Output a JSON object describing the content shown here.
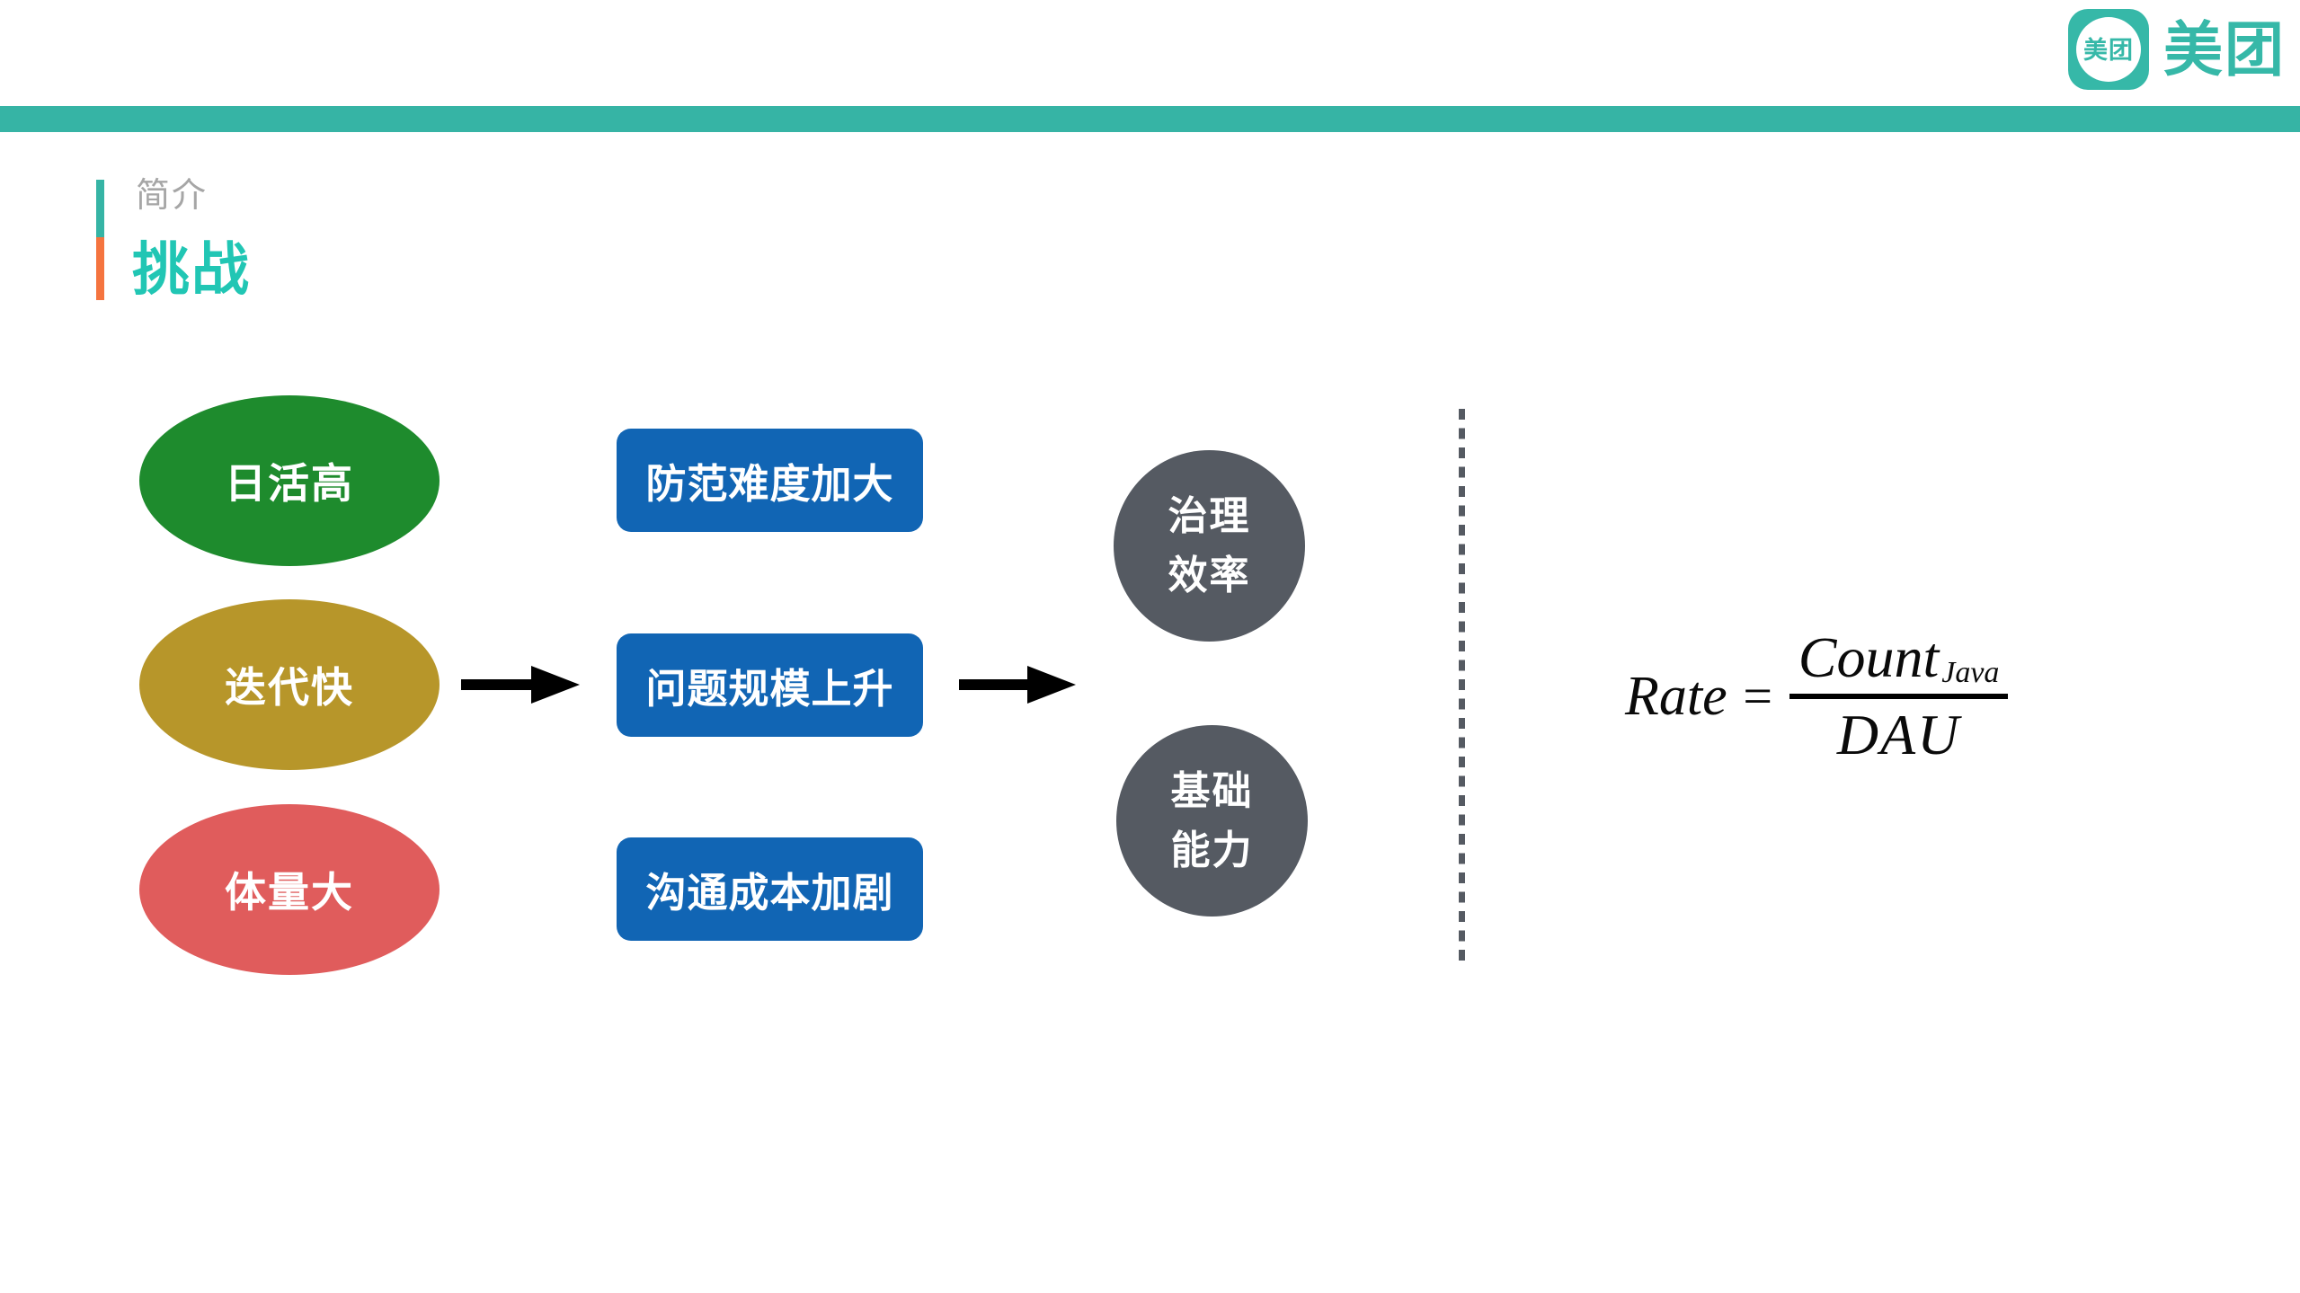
{
  "logo": {
    "icon_text": "美团",
    "wordmark": "美团"
  },
  "header": {
    "eyebrow": "简介",
    "title": "挑战"
  },
  "diagram": {
    "causes": [
      {
        "label": "日活高",
        "color": "#1E8B2D"
      },
      {
        "label": "迭代快",
        "color": "#B7962A"
      },
      {
        "label": "体量大",
        "color": "#E05C5C"
      }
    ],
    "effects": [
      {
        "label": "防范难度加大"
      },
      {
        "label": "问题规模上升"
      },
      {
        "label": "沟通成本加剧"
      }
    ],
    "outcomes": [
      {
        "line1": "治理",
        "line2": "效率"
      },
      {
        "line1": "基础",
        "line2": "能力"
      }
    ]
  },
  "formula": {
    "lhs": "Rate",
    "equals": "=",
    "numerator": "Count",
    "numerator_subscript": "Java",
    "denominator": "DAU"
  },
  "colors": {
    "brand_teal": "#36B4A5",
    "title_teal": "#21C6B4",
    "accent_orange": "#F5743F",
    "eyebrow_gray": "#A6A6A6",
    "ellipse_green": "#1E8B2D",
    "ellipse_gold": "#B7962A",
    "ellipse_red": "#E05C5C",
    "box_blue": "#1165B4",
    "circle_gray": "#555A62",
    "arrow_black": "#000000"
  }
}
